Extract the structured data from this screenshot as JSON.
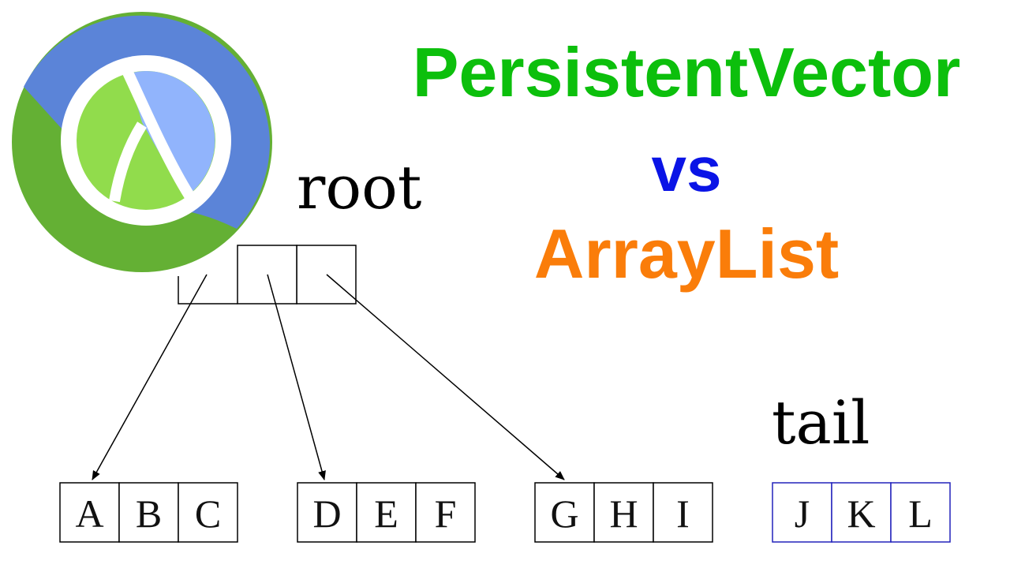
{
  "headline": {
    "main": "PersistentVector",
    "vs": "vs",
    "alt": "ArrayList"
  },
  "colors": {
    "main": "#0cbf0c",
    "vs": "#0a14e6",
    "alt": "#fa7d0a",
    "tail_border": "#2222bb",
    "logo_dark_blue": "#5b84d8",
    "logo_light_blue": "#91b4fc",
    "logo_dark_green": "#64b034",
    "logo_light_green": "#91dc4c"
  },
  "logo": {
    "icon": "clojure-logo-icon"
  },
  "tree": {
    "root_label": "root",
    "tail_label": "tail",
    "leaves": [
      {
        "cells": [
          "A",
          "B",
          "C"
        ]
      },
      {
        "cells": [
          "D",
          "E",
          "F"
        ]
      },
      {
        "cells": [
          "G",
          "H",
          "I"
        ]
      }
    ],
    "tail": {
      "cells": [
        "J",
        "K",
        "L"
      ]
    }
  }
}
